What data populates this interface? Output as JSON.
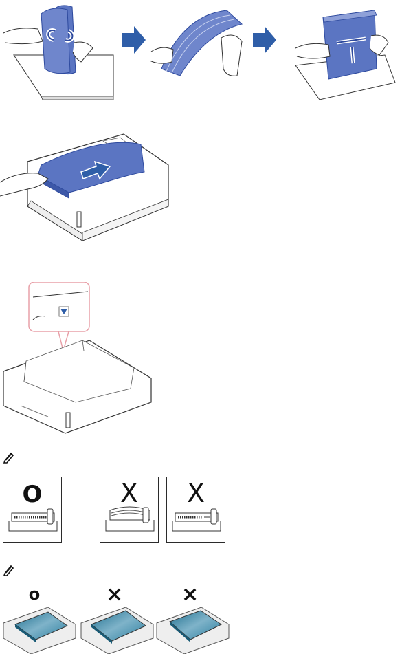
{
  "step_figures": [
    {
      "id": "fan-paper"
    },
    {
      "id": "load-paper-in-tray"
    },
    {
      "id": "paper-level-indicator"
    }
  ],
  "notes": [
    {
      "icon": "note-pencil-icon",
      "marks": [
        "O",
        "X",
        "X"
      ]
    },
    {
      "icon": "note-pencil-icon",
      "marks": [
        "o",
        "×",
        "×"
      ]
    }
  ],
  "colors": {
    "paper_blue": "#5b75c2",
    "paper_blue_dark": "#2e4a9e",
    "arrow_blue": "#2f5ea8",
    "callout_pink": "#e8a0a8",
    "tray_gray": "#7a7a7a"
  }
}
